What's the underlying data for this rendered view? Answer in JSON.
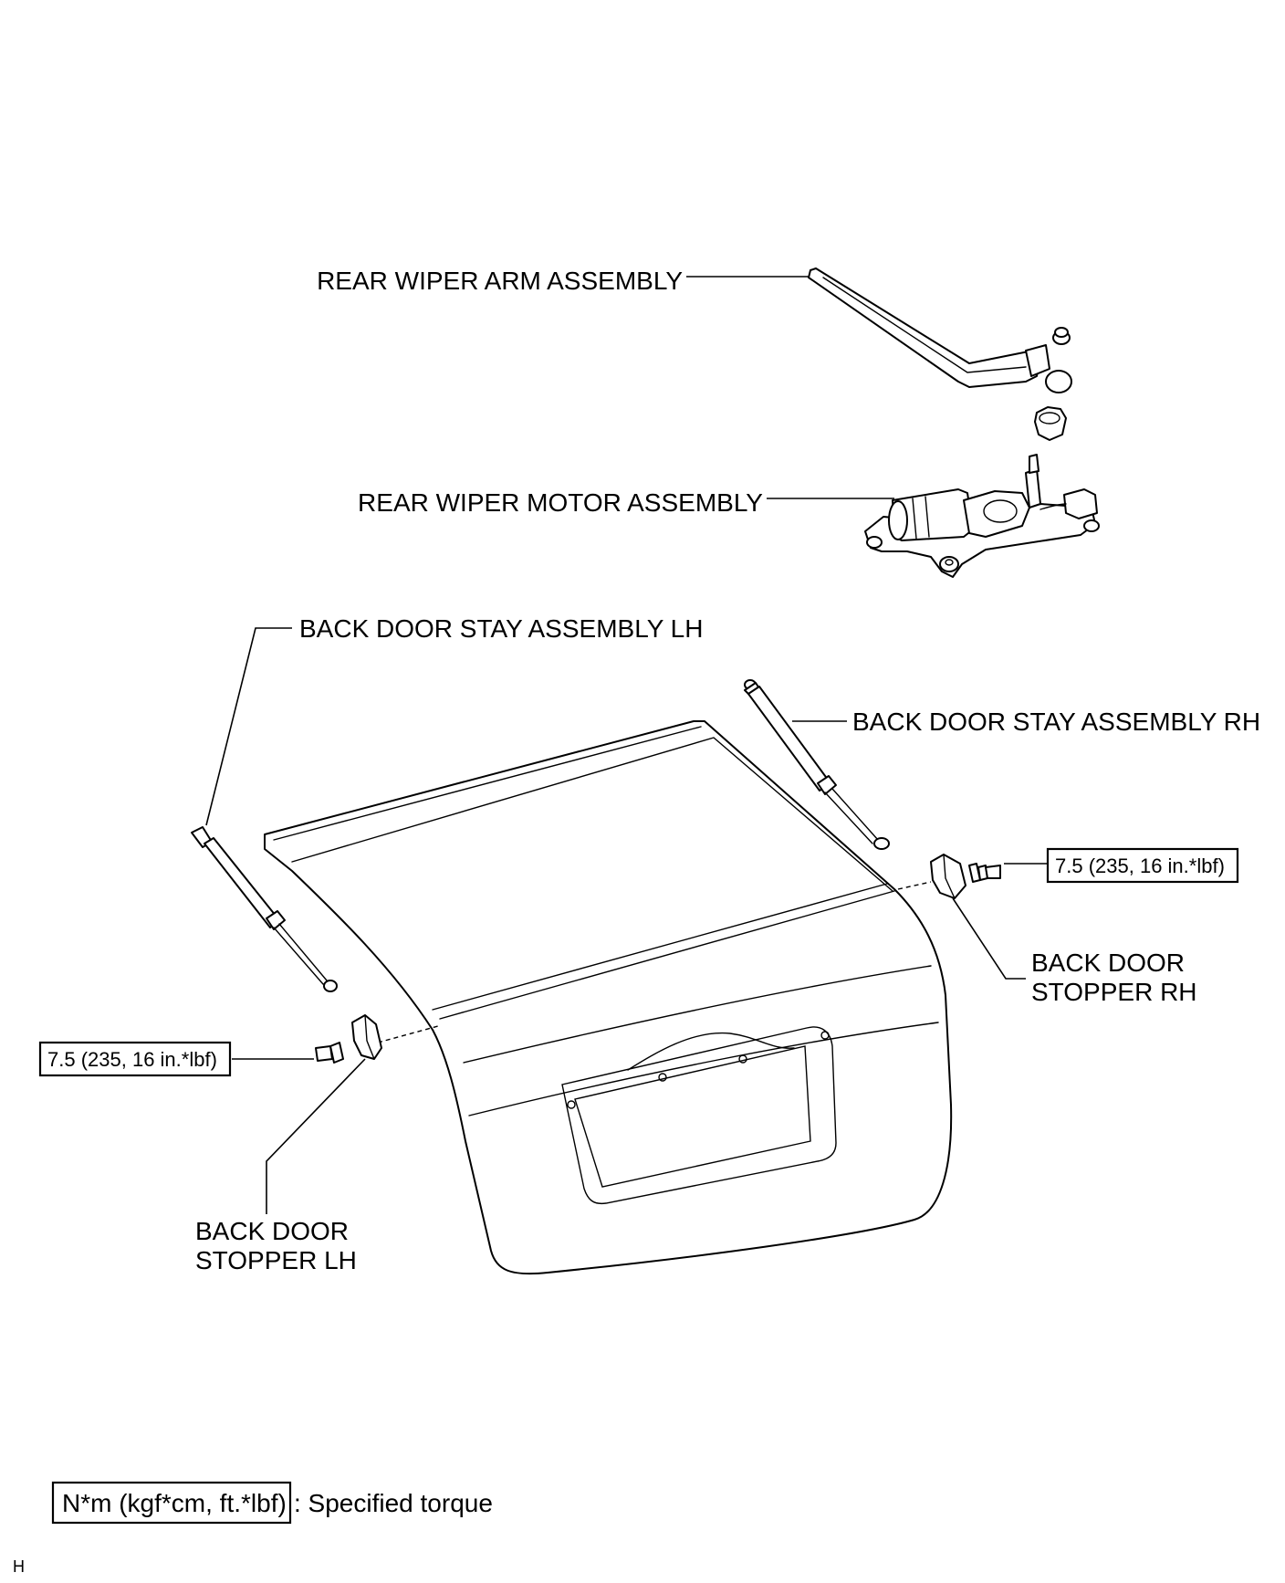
{
  "labels": {
    "rear_wiper_arm": "REAR WIPER ARM ASSEMBLY",
    "rear_wiper_motor": "REAR WIPER MOTOR ASSEMBLY",
    "stay_lh": "BACK DOOR STAY ASSEMBLY LH",
    "stay_rh": "BACK DOOR STAY ASSEMBLY RH",
    "stopper_rh_line1": "BACK DOOR",
    "stopper_rh_line2": "STOPPER RH",
    "stopper_lh_line1": "BACK DOOR",
    "stopper_lh_line2": "STOPPER LH"
  },
  "torque": {
    "rh": "7.5 (235, 16 in.*lbf)",
    "lh": "7.5 (235, 16 in.*lbf)"
  },
  "legend": {
    "unit_box": "N*m (kgf*cm, ft.*lbf)",
    "description": ": Specified torque"
  },
  "footer": {
    "code": "H"
  }
}
